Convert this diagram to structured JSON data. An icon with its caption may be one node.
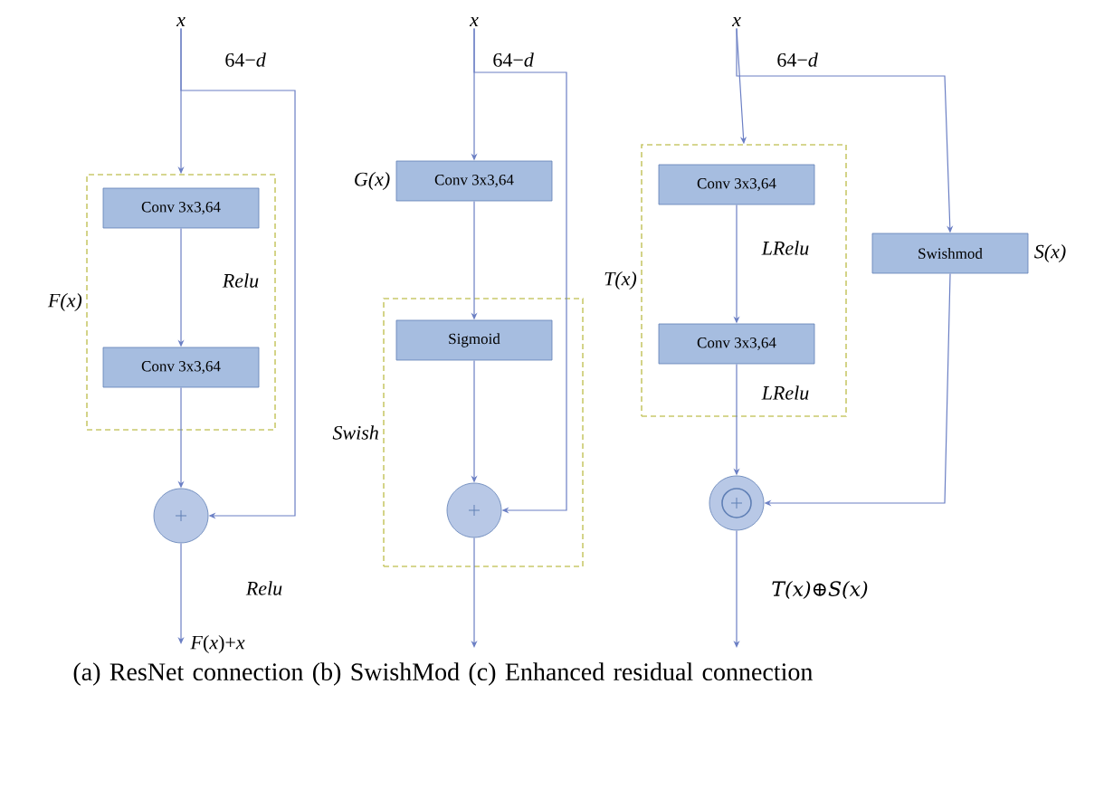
{
  "diagram": {
    "caption": "(a) ResNet connection (b) SwishMod (c) Enhanced residual connection",
    "nodes": [
      {
        "text": [
          "x"
        ]
      },
      {
        "text": [
          "*F*(*x*)"
        ]
      },
      {
        "text": [
          "Conv 3x3,64"
        ],
        "in": 1
      },
      {
        "text": [
          "Conv 3x3,64"
        ],
        "in": 1
      },
      {
        "text": [],
        "shape": "circle"
      },
      {
        "text": [
          "x"
        ]
      },
      {
        "text": [
          "Conv 3x3,64"
        ],
        "beside": [
          "*G*(*x*)"
        ]
      },
      {
        "text": [
          "Swish"
        ]
      },
      {
        "text": [
          "Sigmoid"
        ],
        "in": 7
      },
      {
        "text": [],
        "shape": "circle",
        "in": 7
      },
      {
        "text": [
          "x"
        ]
      },
      {
        "text": [
          "*T*(*x*)"
        ]
      },
      {
        "text": [
          "Conv 3x3,64"
        ],
        "in": 11
      },
      {
        "text": [
          "Conv 3x3,64"
        ],
        "in": 11
      },
      {
        "text": [
          "Swishmod"
        ],
        "beside": [
          "*S*(*x*)"
        ]
      },
      {
        "text": [],
        "shape": "circle"
      },
      {
        "text": [
          "*F*(*x*)+*x*"
        ]
      }
    ],
    "edges": [
      {
        "from": 0,
        "to": 1,
        "arrow": "to"
      },
      {
        "from": 2,
        "to": 3,
        "arrow": "to",
        "label": "Relu"
      },
      {
        "from": 3,
        "to": 4,
        "arrow": "to"
      },
      {
        "from": 0,
        "to": 4,
        "arrow": "to"
      },
      {
        "from": 4,
        "to": 16,
        "arrow": "to",
        "label": "Relu"
      },
      {
        "from": 5,
        "to": 6,
        "arrow": "to"
      },
      {
        "from": 6,
        "to": 8,
        "arrow": "to"
      },
      {
        "from": 8,
        "to": 9,
        "arrow": "to"
      },
      {
        "from": 5,
        "to": 9,
        "arrow": "to"
      },
      {
        "from": 9,
        "to": null,
        "arrow": "to"
      },
      {
        "from": 10,
        "to": 11,
        "arrow": "to"
      },
      {
        "from": 12,
        "to": 13,
        "arrow": "to",
        "label": "LRelu"
      },
      {
        "from": 13,
        "to": 15,
        "arrow": "to",
        "label": "LRelu"
      },
      {
        "from": 10,
        "to": 14,
        "arrow": "to"
      },
      {
        "from": 14,
        "to": 15,
        "arrow": "to"
      },
      {
        "from": 15,
        "to": null,
        "arrow": "to",
        "label": "*T*(*x*)⊕*S*(*x*)"
      }
    ],
    "labels": [
      "64−*d*",
      "64−*d*",
      "64−*d*"
    ]
  }
}
